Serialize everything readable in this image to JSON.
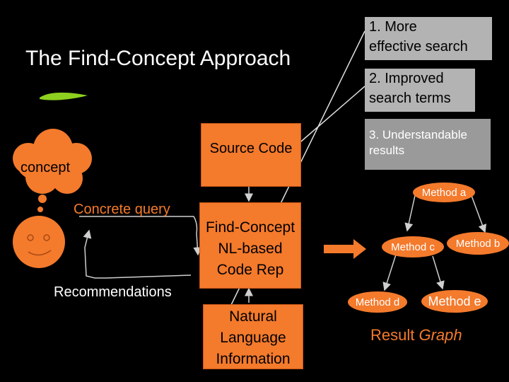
{
  "title": "The Find-Concept Approach",
  "callouts": {
    "c1": [
      "1. More",
      "effective search"
    ],
    "c2": [
      "2. Improved",
      "search terms"
    ],
    "c3": [
      "3. Understandable",
      "results"
    ]
  },
  "boxes": {
    "source_code": "Source Code",
    "find_concept": "Find-Concept",
    "nl_rep": [
      "NL-based",
      "Code Rep"
    ],
    "natural_language": [
      "Natural",
      "Language",
      "Information"
    ]
  },
  "user": {
    "concept": "concept",
    "concrete_query": "Concrete query",
    "recommendations": "Recommendations"
  },
  "graph": {
    "nodes": {
      "a": "Method a",
      "b": "Method b",
      "c": "Method c",
      "d": "Method d",
      "e": "Method e"
    },
    "caption_plain": "Result ",
    "caption_italic": "Graph"
  },
  "colors": {
    "accent": "#f47a2c",
    "callout": "#b3b3b3",
    "callout_dark": "#9a9a9a",
    "background": "#000000",
    "highlight": "#8fd11f"
  }
}
